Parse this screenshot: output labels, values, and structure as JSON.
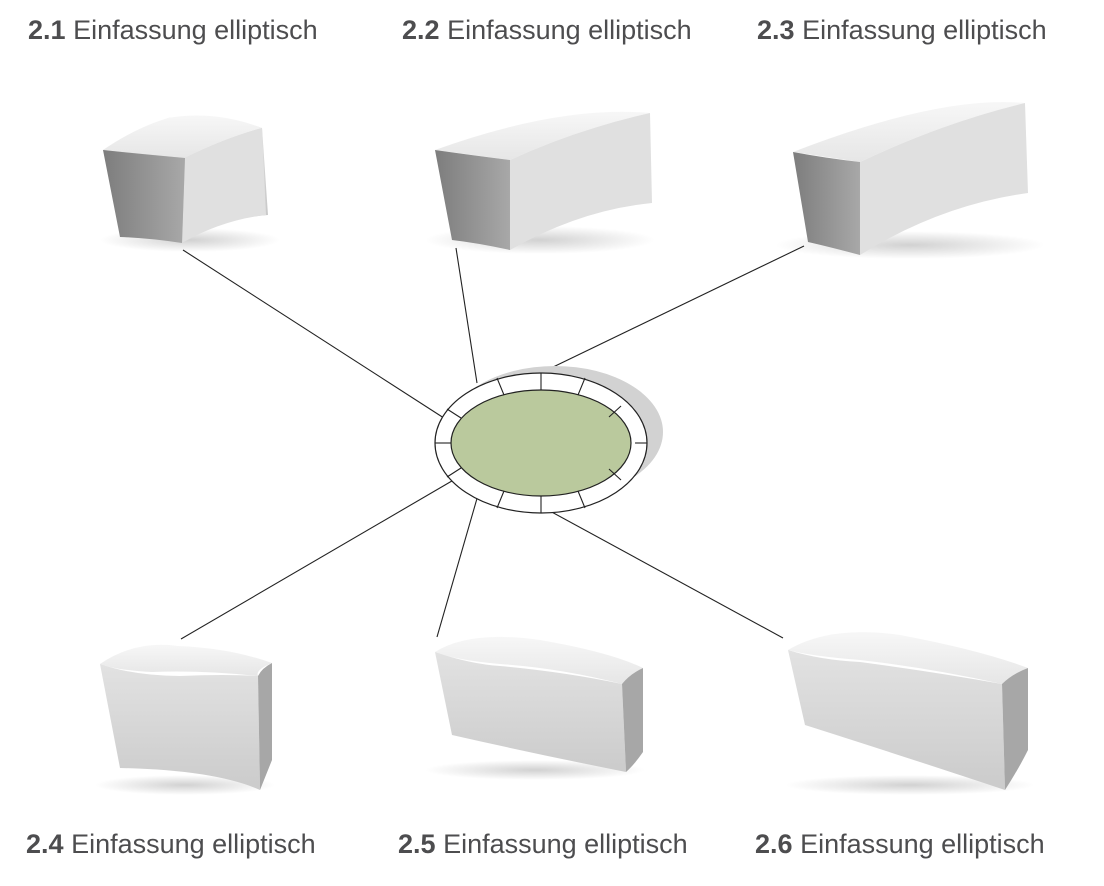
{
  "labels": [
    {
      "num": "2.1",
      "text": "Einfassung elliptisch"
    },
    {
      "num": "2.2",
      "text": "Einfassung elliptisch"
    },
    {
      "num": "2.3",
      "text": "Einfassung elliptisch"
    },
    {
      "num": "2.4",
      "text": "Einfassung elliptisch"
    },
    {
      "num": "2.5",
      "text": "Einfassung elliptisch"
    },
    {
      "num": "2.6",
      "text": "Einfassung elliptisch"
    }
  ],
  "colors": {
    "label_text": "#4d4d4f",
    "inner_fill": "#bac99d",
    "block_top": "#f0f0f0",
    "block_side": "#d6d6d6",
    "block_end": "#9a9a9a",
    "line": "#222222"
  }
}
